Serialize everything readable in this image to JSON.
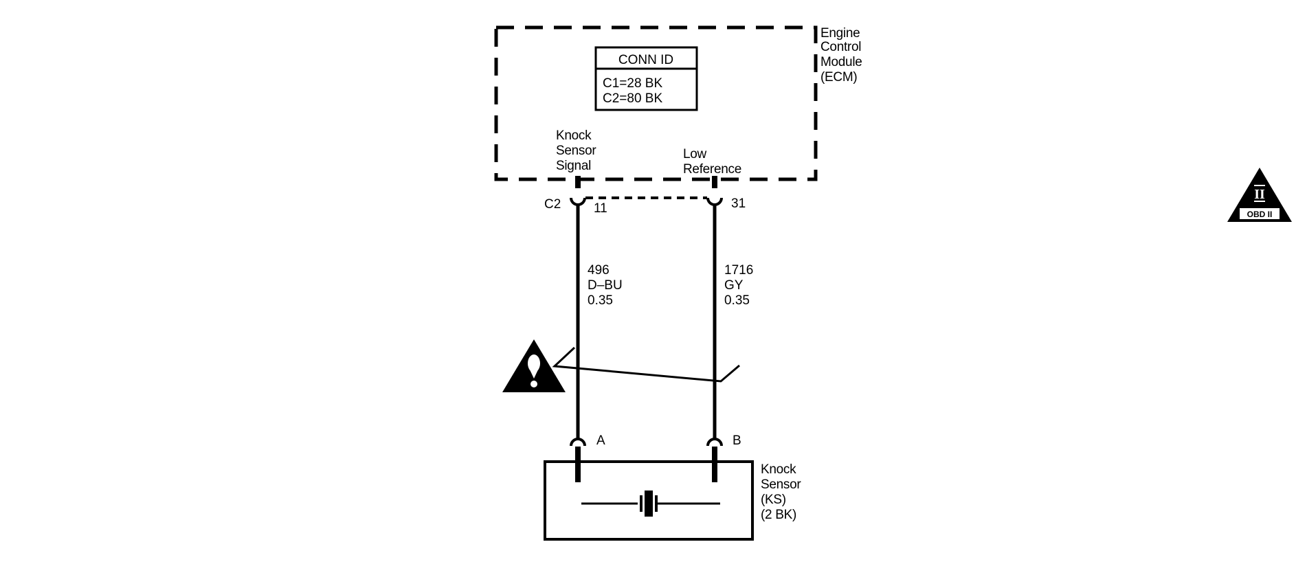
{
  "ecm": {
    "name_lines": [
      "Engine",
      "Control",
      "Module",
      "(ECM)"
    ],
    "conn_id": {
      "title": "CONN ID",
      "rows": [
        "C1=28 BK",
        "C2=80 BK"
      ]
    },
    "pins": {
      "signal_label_lines": [
        "Knock",
        "Sensor",
        "Signal"
      ],
      "low_ref_label_lines": [
        "Low",
        "Reference"
      ],
      "connector": "C2",
      "signal_pin": "11",
      "low_ref_pin": "31"
    }
  },
  "wires": {
    "signal": [
      "496",
      "D–BU",
      "0.35"
    ],
    "low_ref": [
      "1716",
      "GY",
      "0.35"
    ]
  },
  "sensor": {
    "pin_a": "A",
    "pin_b": "B",
    "name_lines": [
      "Knock",
      "Sensor",
      "(KS)",
      "(2 BK)"
    ]
  },
  "obd_badge": {
    "numeral": "II",
    "label": "OBD II"
  },
  "icons": {
    "caution": "caution-triangle-icon",
    "obd": "obd-ii-icon"
  }
}
